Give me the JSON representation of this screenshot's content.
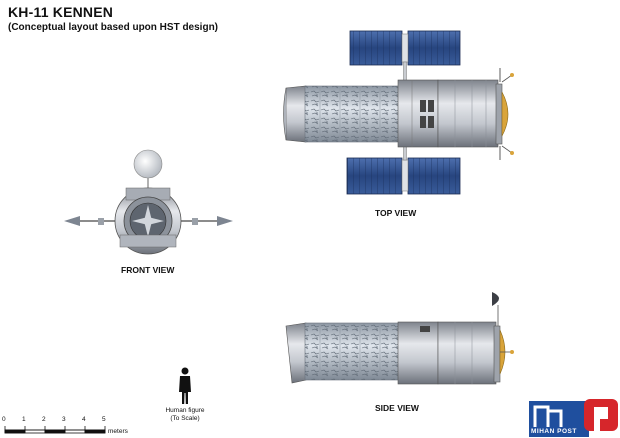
{
  "header": {
    "title": "KH-11 KENNEN",
    "subtitle": "(Conceptual layout based upon HST design)"
  },
  "views": {
    "front": "FRONT VIEW",
    "top": "TOP VIEW",
    "side": "SIDE VIEW"
  },
  "scale": {
    "ticks": [
      "0",
      "1",
      "2",
      "3",
      "4",
      "5"
    ],
    "unit": "meters"
  },
  "human": {
    "line1": "Human figure",
    "line2": "(To Scale)"
  },
  "logo": {
    "text": "MIHAN POST"
  },
  "colors": {
    "panel": "#2f4f8e",
    "hull": "#b8bcc4",
    "foil": "#c9d2dc",
    "gold": "#d9a43a",
    "logo_blue": "#1f4f9e",
    "logo_red": "#d6262b"
  }
}
